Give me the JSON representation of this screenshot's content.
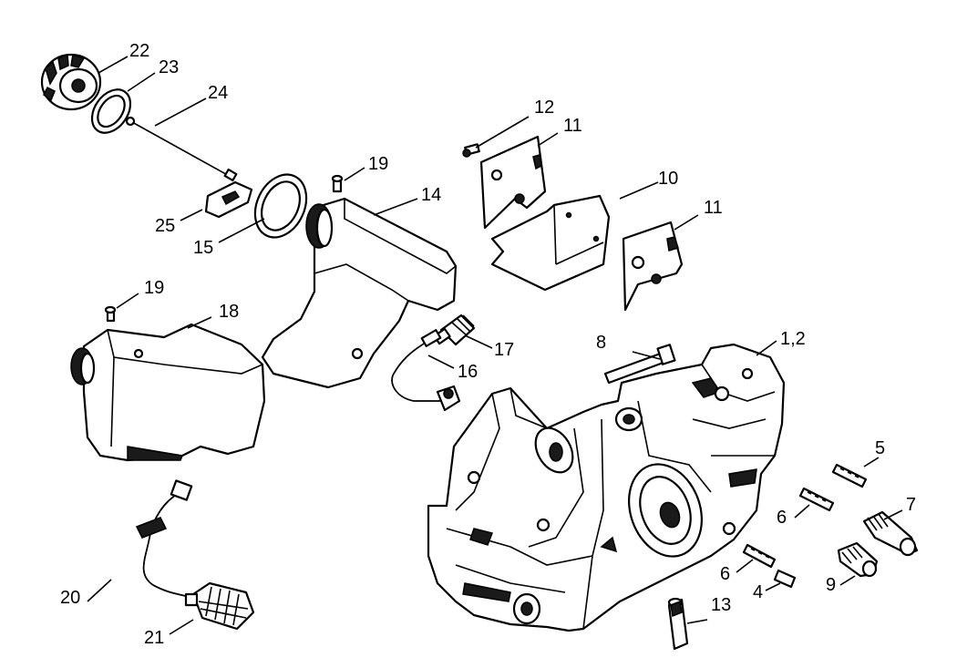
{
  "diagram": {
    "labels": {
      "p22": "22",
      "p23": "23",
      "p24": "24",
      "p25": "25",
      "p15": "15",
      "p19a": "19",
      "p14": "14",
      "p19b": "19",
      "p18": "18",
      "p12": "12",
      "p11a": "11",
      "p10": "10",
      "p11b": "11",
      "p17": "17",
      "p16": "16",
      "p8": "8",
      "p12_crankcase": "1,2",
      "p5": "5",
      "p6a": "6",
      "p7": "7",
      "p6b": "6",
      "p4": "4",
      "p9": "9",
      "p13": "13",
      "p20": "20",
      "p21": "21"
    }
  }
}
